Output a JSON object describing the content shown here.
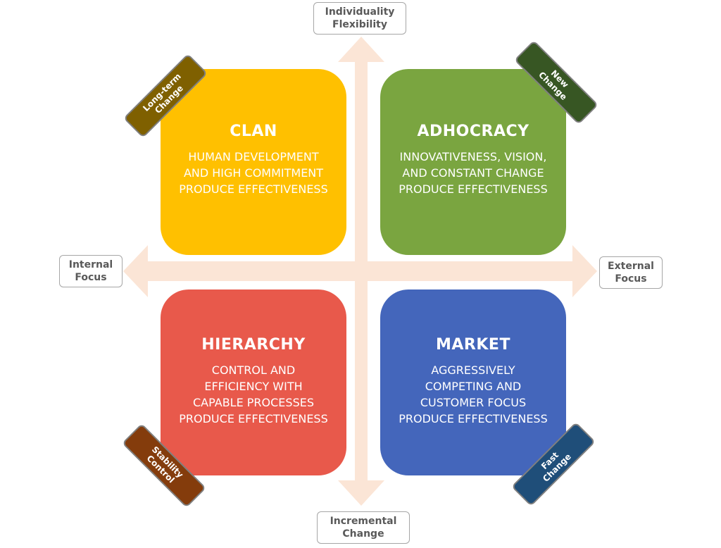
{
  "axes": {
    "top": "Individuality\nFlexibility",
    "bottom": "Incremental\nChange",
    "left": "Internal\nFocus",
    "right": "External\nFocus"
  },
  "quadrants": {
    "clan": {
      "title": "CLAN",
      "description": "HUMAN DEVELOPMENT\nAND HIGH COMMITMENT\nPRODUCE EFFECTIVENESS",
      "color": "#ffc000"
    },
    "adhocracy": {
      "title": "ADHOCRACY",
      "description": "INNOVATIVENESS, VISION,\nAND CONSTANT CHANGE\nPRODUCE EFFECTIVENESS",
      "color": "#7aa540"
    },
    "hierarchy": {
      "title": "HIERARCHY",
      "description": "CONTROL AND\nEFFICIENCY WITH\nCAPABLE PROCESSES\nPRODUCE EFFECTIVENESS",
      "color": "#e8594b"
    },
    "market": {
      "title": "MARKET",
      "description": "AGGRESSIVELY\nCOMPETING AND\nCUSTOMER FOCUS\nPRODUCE EFFECTIVENESS",
      "color": "#4466bb"
    }
  },
  "corner_tags": {
    "top_left": {
      "label": "Long-term\nChange",
      "color": "#7f6000"
    },
    "top_right": {
      "label": "New\nChange",
      "color": "#375623"
    },
    "bottom_left": {
      "label": "Stability\nControl",
      "color": "#843c0c"
    },
    "bottom_right": {
      "label": "Fast\nChange",
      "color": "#1f4e79"
    }
  },
  "colors": {
    "axis_arrow": "#fbe5d6"
  }
}
